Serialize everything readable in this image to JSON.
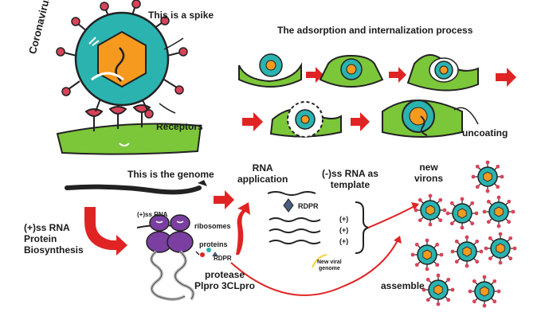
{
  "labels": {
    "coronavirus": "Coronavirus",
    "spike": "This is a spike",
    "receptors": "Receptors",
    "adsorption_title": "The adsorption and internalization process",
    "uncoating": "uncoating",
    "genome": "This is the genome",
    "rna_application": "RNA\napplication",
    "neg_template": "(-)ss RNA as\ntemplate",
    "rdpr_top": "RDPR",
    "plus_1": "(+)",
    "plus_2": "(+)",
    "plus_3": "(+)",
    "new_viral_genome": "New viral\ngenome",
    "new_virons": "new\nvirons",
    "pos_rna_protein": "(+)ss RNA\nProtein\nBiosynthesis",
    "ss_rna_small": "(+)ss RNA",
    "ribosomes": "ribosomes",
    "proteins": "proteins",
    "rdpr_bottom": "RDPR",
    "protease": "protease\nPlpro 3CLpro",
    "assemble": "assemble"
  },
  "colors": {
    "virus_body": "#2bb3b0",
    "capsid": "#f59a1f",
    "spike": "#d9435a",
    "membrane": "#7cc63a",
    "arrow": "#e02424",
    "ribosome": "#7a3fa0",
    "rdpr": "#4a5d7a"
  }
}
